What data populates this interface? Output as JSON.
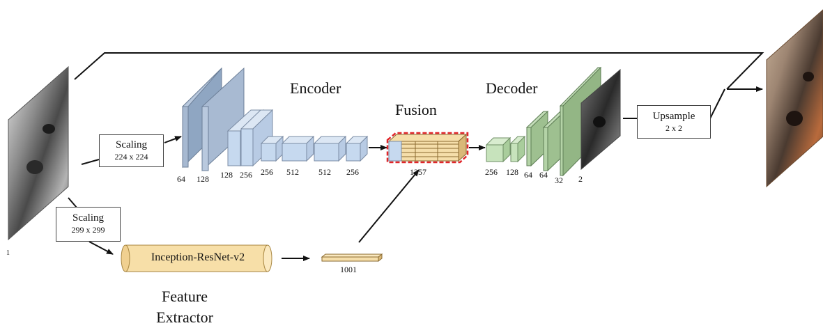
{
  "titles": {
    "encoder": "Encoder",
    "fusion": "Fusion",
    "decoder": "Decoder",
    "feature_extractor_line1": "Feature",
    "feature_extractor_line2": "Extractor"
  },
  "boxes": {
    "scaling_top": {
      "title": "Scaling",
      "sub": "224 x 224"
    },
    "scaling_bottom": {
      "title": "Scaling",
      "sub": "299 x 299"
    },
    "upsample": {
      "title": "Upsample",
      "sub": "2 x 2"
    },
    "inception": "Inception-ResNet-v2"
  },
  "input_label": "1",
  "encoder_depths": [
    "64",
    "128",
    "128",
    "256",
    "256",
    "512",
    "512",
    "256"
  ],
  "fusion_depth": "1257",
  "feature_vector": "1001",
  "decoder_depths": [
    "256",
    "128",
    "64",
    "64",
    "32",
    "2"
  ],
  "colors": {
    "encoder_fill": "#c6d9ef",
    "encoder_first": "#9fb3cc",
    "decoder_fill": "#a4c69a",
    "decoder_light": "#c7e3bc",
    "fusion_fill": "#f5deaa",
    "fusion_border": "#e0262a",
    "vector_fill": "#f5deaa",
    "cylinder_fill": "#f7dfa8"
  }
}
